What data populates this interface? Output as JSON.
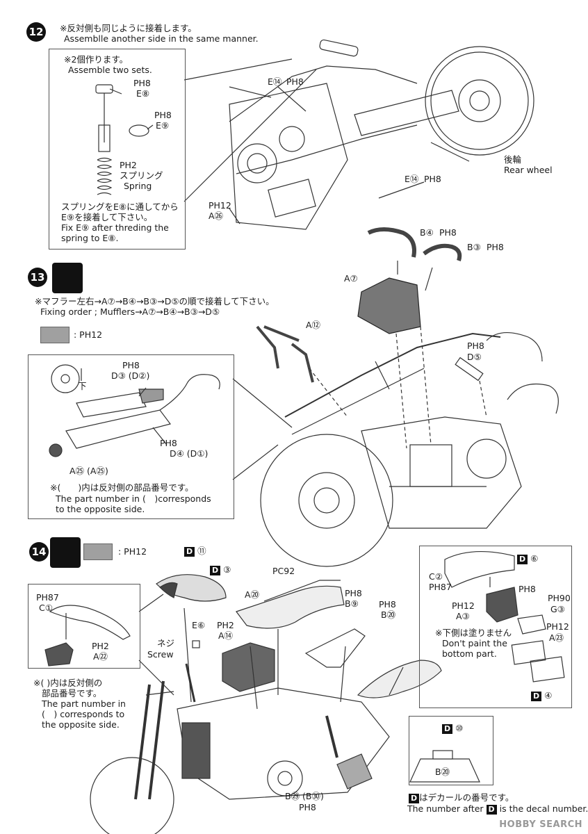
{
  "step12": {
    "number": "12",
    "note_jp": "※反対側も同じように接着します。",
    "note_en": "Assemblle another side in the same manner.",
    "inset_title_jp": "※2個作ります。",
    "inset_title_en": "Assemble two sets.",
    "ph8_a": "PH8",
    "e8": "E⑧",
    "ph8_b": "PH8",
    "e9": "E⑨",
    "ph2": "PH2",
    "spring_jp": "スプリング",
    "spring_en": "Spring",
    "inst_jp1": "スプリングをE⑧に通してから",
    "inst_jp2": "E⑨を接着して下さい。",
    "inst_en1": "Fix E⑨ after threding the",
    "inst_en2": "spring to E⑧.",
    "e14_top": "E⑭",
    "ph8_top": "PH8",
    "e14_bottom": "E⑭",
    "ph8_bottom": "PH8",
    "rear_wheel_jp": "後輪",
    "rear_wheel_en": "Rear wheel",
    "ph12": "PH12",
    "a26": "A㉖"
  },
  "step13": {
    "number": "13",
    "note_jp": "※マフラー左右→A⑦→B④→B③→D⑤の順で接着して下さい。",
    "note_en": "Fixing order ; Mufflers→A⑦→B④→B③→D⑤",
    "paint_label": ": PH12",
    "b4": "B④",
    "ph8_b4": "PH8",
    "b3": "B③",
    "ph8_b3": "PH8",
    "a7": "A⑦",
    "a12": "A⑫",
    "ph8_d5": "PH8",
    "d5": "D⑤",
    "inset_ph8_a": "PH8",
    "d3d2": "D③ (D②)",
    "down_jp": "下",
    "inset_ph8_b": "PH8",
    "d4d1": "D④ (D①)",
    "a25": "A㉕ (A㉕)",
    "paren_note_jp": "※(　　)内は反対側の部品番号です。",
    "paren_note_en1": "The part number in (　)corresponds",
    "paren_note_en2": "to the opposite side."
  },
  "step14": {
    "number": "14",
    "paint_label": ": PH12",
    "d11": "⑪",
    "d3": "③",
    "pc92": "PC92",
    "a20": "A⑳",
    "ph8_b9": "PH8",
    "b9": "B⑨",
    "ph8_b20": "PH8",
    "b20": "B⑳",
    "e6": "E⑥",
    "ph2_a14": "PH2",
    "a14": "A⑭",
    "screw_jp": "ネジ",
    "screw_en": "Screw",
    "inset_ph87": "PH87",
    "c1": "C①",
    "inset_ph2": "PH2",
    "a22": "A㉒",
    "paren_jp1": "※(  )内は反対側の",
    "paren_jp2": "部品番号です。",
    "paren_en1": "The part number in",
    "paren_en2": "(　) corresponds to",
    "paren_en3": "the opposite side.",
    "r_d6": "⑥",
    "r_c2": "C②",
    "r_ph87": "PH87",
    "r_ph8": "PH8",
    "r_ph12": "PH12",
    "r_ph90": "PH90",
    "r_a3": "A③",
    "r_g3": "G③",
    "r_ph12b": "PH12",
    "r_a23": "A㉓",
    "r_note_jp": "※下側は塗りません",
    "r_note_en1": "Don't paint the",
    "r_note_en2": "bottom part.",
    "r_d4": "④",
    "d10": "⑩",
    "b20_bottom": "B⑳",
    "b29": "B㉙ (B㉚)",
    "ph8_b29": "PH8",
    "decal_jp": "はデカールの番号です。",
    "decal_en_pre": "The number after",
    "decal_en_post": "is the decal number.",
    "d_letter": "D"
  },
  "watermark": "HOBBY SEARCH"
}
